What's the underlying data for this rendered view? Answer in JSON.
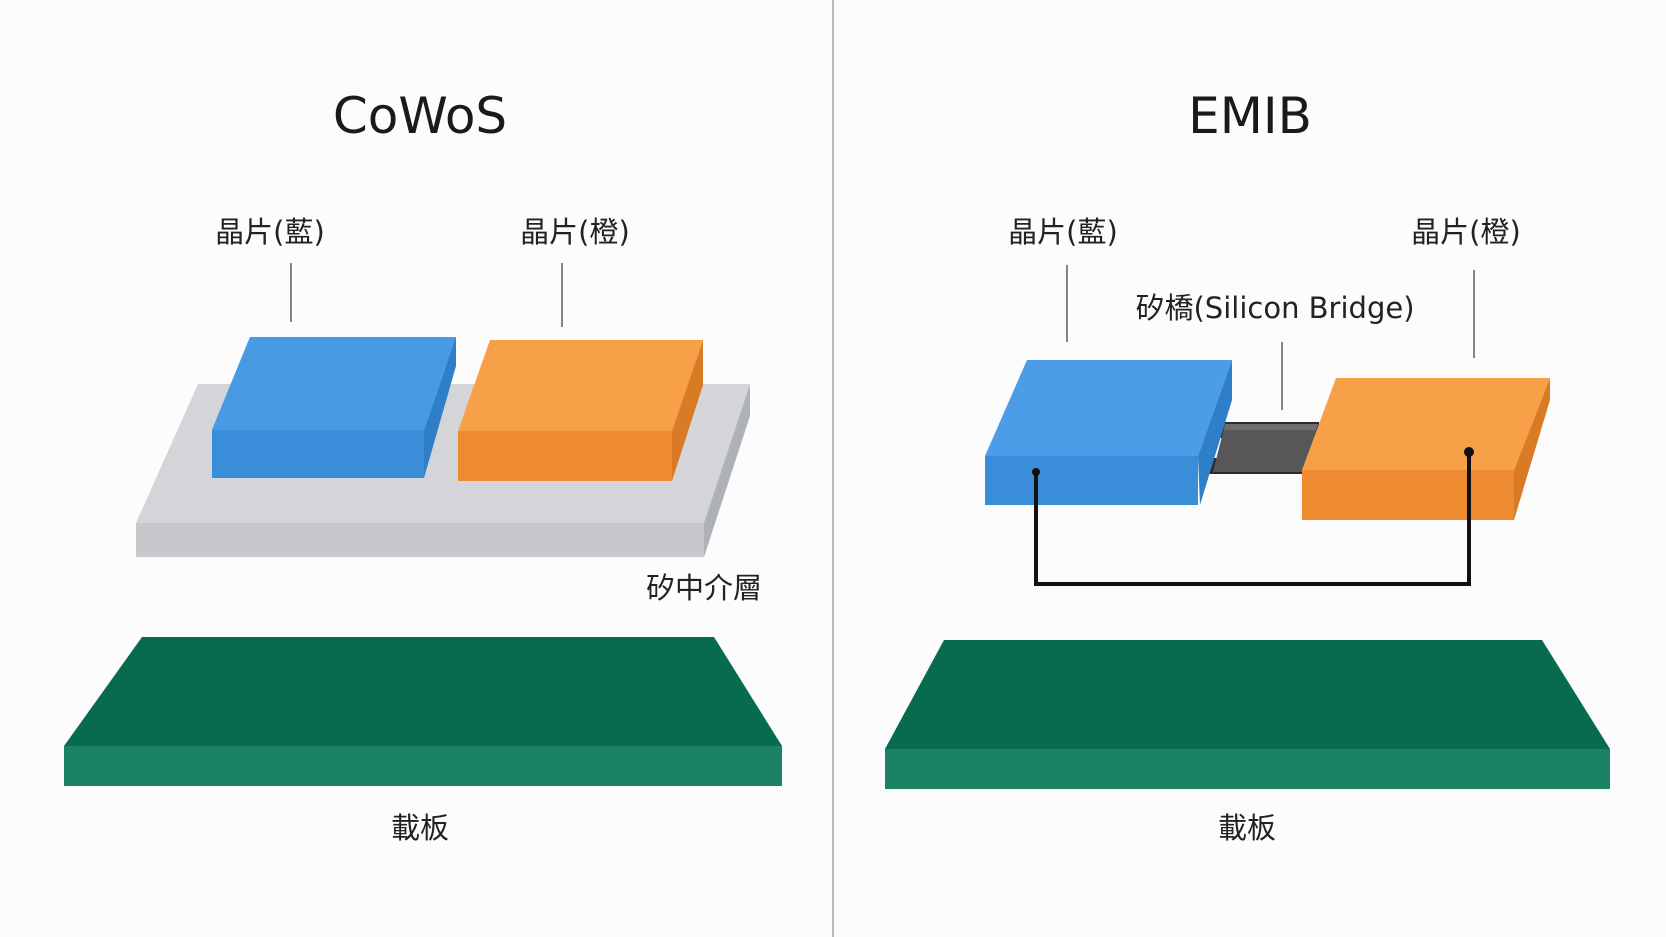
{
  "panels": {
    "cowos": {
      "title": "CoWoS",
      "chip_blue_label": "晶片(藍)",
      "chip_orange_label": "晶片(橙)",
      "interposer_label": "矽中介層",
      "substrate_label": "載板"
    },
    "emib": {
      "title": "EMIB",
      "chip_blue_label": "晶片(藍)",
      "chip_orange_label": "晶片(橙)",
      "bridge_label": "矽橋(Silicon Bridge)",
      "substrate_label": "載板"
    }
  },
  "colors": {
    "background": "#fcfcfc",
    "divider": "#bbbbbb",
    "chip_blue": "#3f95e2",
    "chip_orange": "#f59638",
    "interposer": "#cfd1d4",
    "substrate": "#076a4f",
    "bridge": "#555555",
    "interconnect": "#111111"
  }
}
